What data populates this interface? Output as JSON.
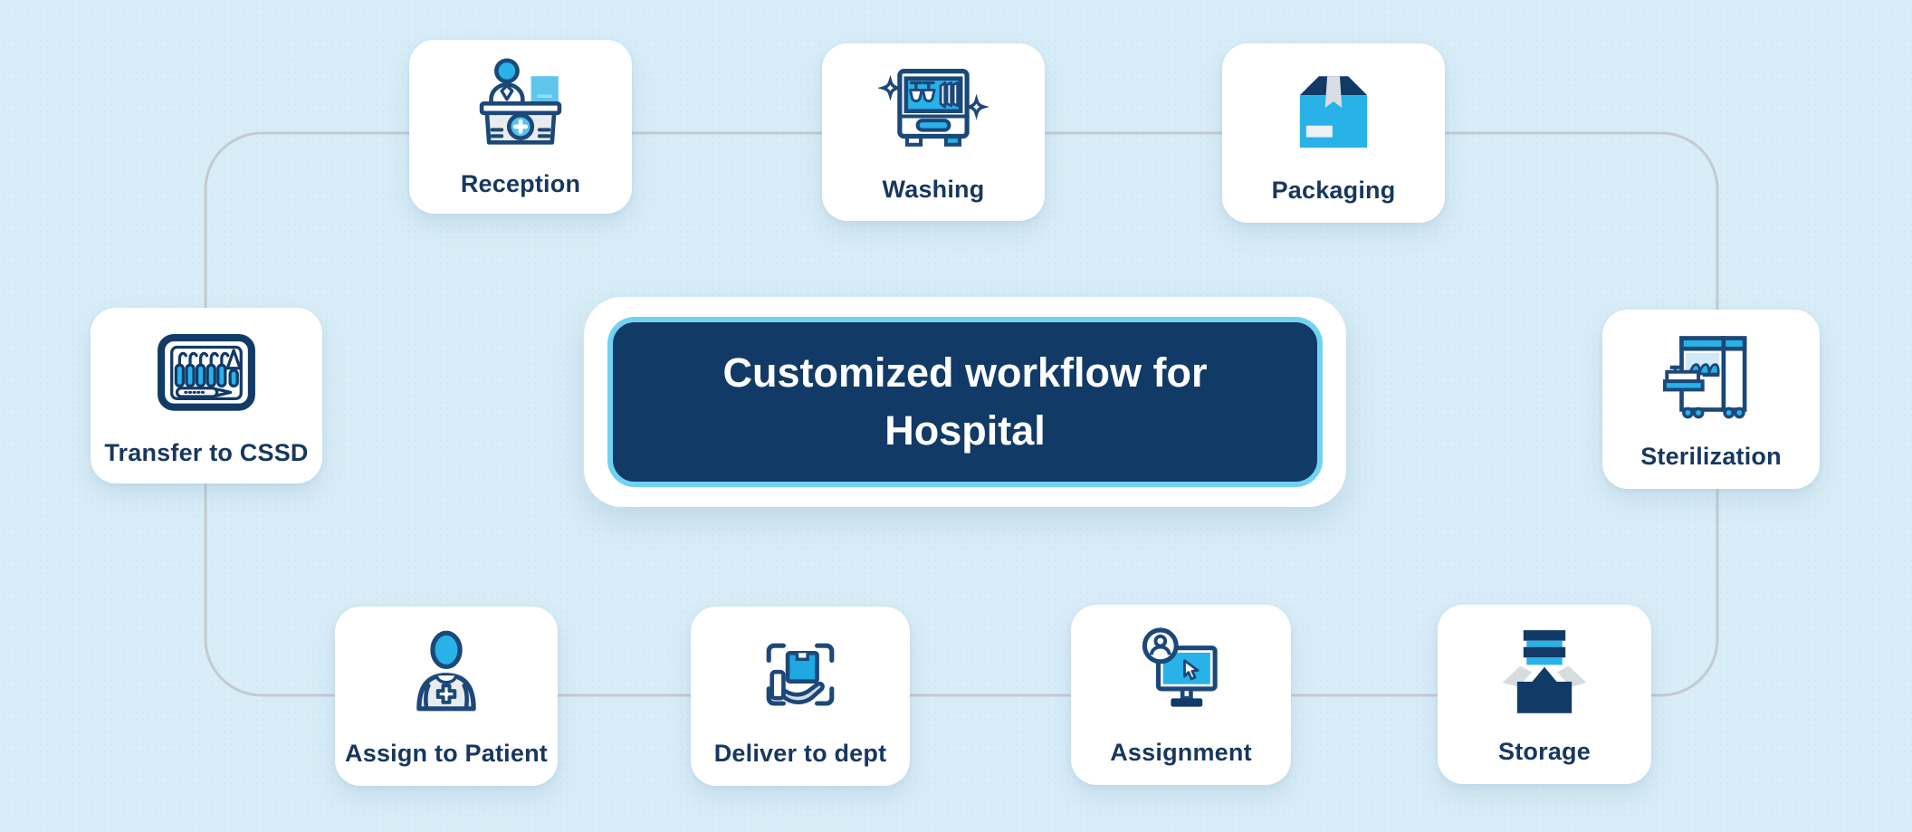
{
  "title": {
    "text": "Customized workflow for Hospital"
  },
  "nodes": {
    "reception": {
      "label": "Reception",
      "icon": "reception-desk-icon"
    },
    "washing": {
      "label": "Washing",
      "icon": "dishwasher-icon"
    },
    "packaging": {
      "label": "Packaging",
      "icon": "package-box-icon"
    },
    "sterilization": {
      "label": "Sterilization",
      "icon": "sterilizer-machine-icon"
    },
    "storage": {
      "label": "Storage",
      "icon": "storage-box-icon"
    },
    "assignment": {
      "label": "Assignment",
      "icon": "monitor-user-cursor-icon"
    },
    "deliver_to_dept": {
      "label": "Deliver to dept",
      "icon": "hand-delivery-box-icon"
    },
    "assign_to_patient": {
      "label": "Assign to Patient",
      "icon": "medical-staff-icon"
    },
    "transfer_to_cssd": {
      "label": "Transfer to CSSD",
      "icon": "instrument-tray-icon"
    }
  },
  "flow_order": [
    "Reception",
    "Washing",
    "Packaging",
    "Sterilization",
    "Storage",
    "Assignment",
    "Deliver to dept",
    "Assign to Patient",
    "Transfer to CSSD"
  ],
  "colors": {
    "background": "#d8edf7",
    "card": "#ffffff",
    "navy": "#123a66",
    "icon_outline": "#1c4879",
    "cyan": "#29b2e8",
    "title_border_cyan": "#72d2f3",
    "connector_line": "#c3cad1",
    "label_text": "#17375f",
    "title_text": "#ffffff"
  }
}
